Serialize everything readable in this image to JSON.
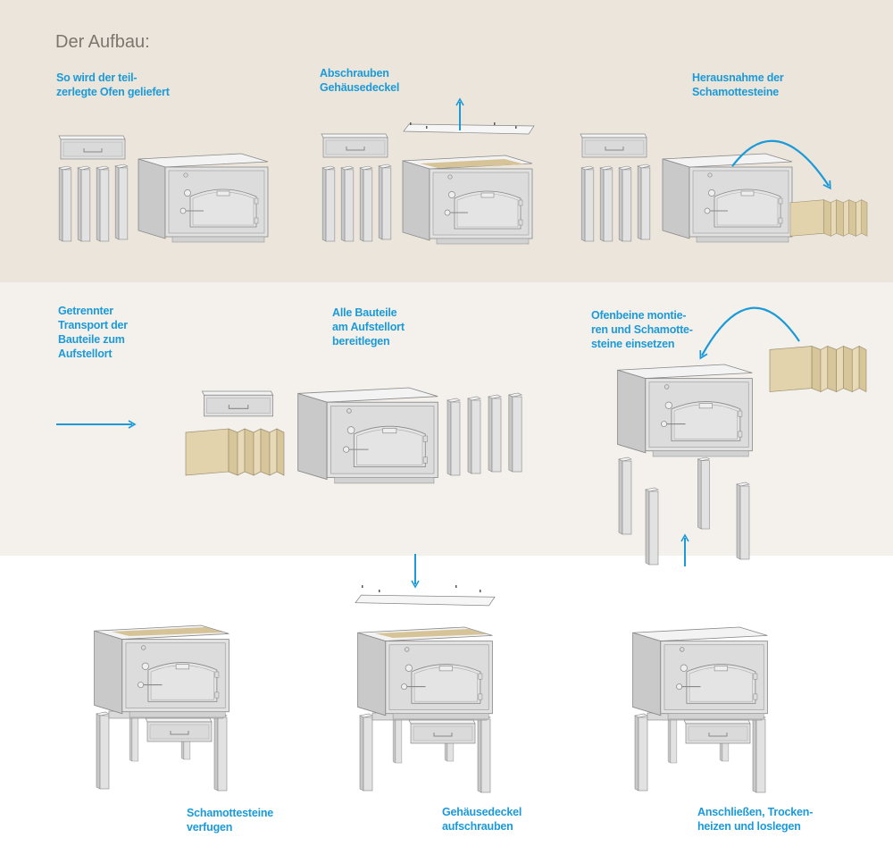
{
  "title": "Der Aufbau:",
  "colors": {
    "accent": "#1b9ad7",
    "band_top": "#ebe5dc",
    "band_middle": "#f4f1ec",
    "brick": "#e3d3ad"
  },
  "steps": [
    {
      "label": "So wird der teil-\nzerlegte Ofen geliefert"
    },
    {
      "label": "Abschrauben\nGehäusedeckel"
    },
    {
      "label": "Herausnahme der\nSchamottesteine"
    },
    {
      "label": "Getrennter\nTransport der\nBauteile zum\nAufstellort"
    },
    {
      "label": "Alle Bauteile\nam Aufstellort\nbereitlegen"
    },
    {
      "label": "Ofenbeine montie-\nren und Schamotte-\nsteine einsetzen"
    },
    {
      "label": "Schamottesteine\nverfugen"
    },
    {
      "label": "Gehäusedeckel\naufschrauben"
    },
    {
      "label": "Anschließen, Trocken-\nheizen und loslegen"
    }
  ]
}
